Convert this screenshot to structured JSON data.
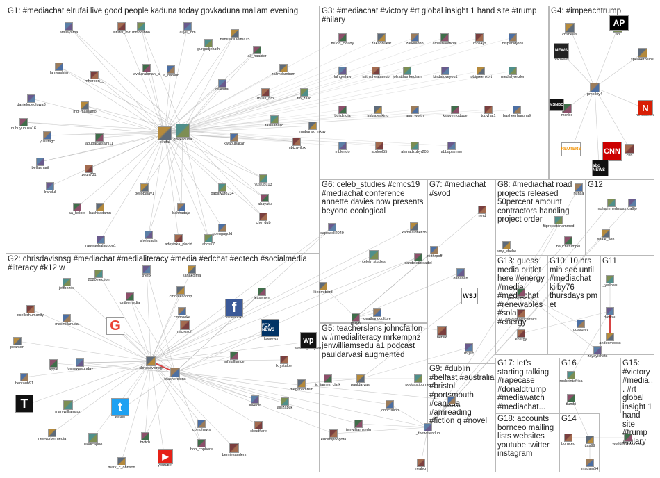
{
  "colors": {
    "edge": "#9e9e9e",
    "edge_light": "#c8c8c8",
    "border": "#b9b9b9",
    "accent_red": "#d32f2f",
    "facebook": "#3b5998",
    "twitter": "#1da1f2",
    "google_red": "#ea4335",
    "cnn": "#cc0000",
    "youtube": "#e62117",
    "foxnews": "#003366"
  },
  "groups": [
    {
      "id": "G1",
      "title": "G1: #mediachat elrufai live good people kaduna today govkaduna mallam evening"
    },
    {
      "id": "G2",
      "title": "G2: chrisdavisnsg #mediachat #medialiteracy #media #edchat #edtech #socialmedia #literacy #k12 w"
    },
    {
      "id": "G3",
      "title": "G3: #mediachat #victory #rt global insight 1 hand site #trump #hilary"
    },
    {
      "id": "G4",
      "title": "G4: #impeachtrump"
    },
    {
      "id": "G5",
      "title": "G5: teacherslens johncfallon w #medialiteracy mrkempnz jenwilliamsedu a1 podcast pauldarvasi augmented"
    },
    {
      "id": "G6",
      "title": "G6: celeb_studies #cmcs19 #mediachat conference annette davies now presents beyond ecological"
    },
    {
      "id": "G7",
      "title": "G7: #mediachat #svod"
    },
    {
      "id": "G8",
      "title": "G8: #mediachat road projects released 50percent amount contractors handling project order"
    },
    {
      "id": "G9",
      "title": "G9: #dublin #belfast #australia #bristol #portsmouth #canada #amreading #fiction q #novel"
    },
    {
      "id": "G10",
      "title": "G10: 10 hrs min sec until #mediachat kilby76 thursdays pm et"
    },
    {
      "id": "G11",
      "title": "G11"
    },
    {
      "id": "G12",
      "title": "G12"
    },
    {
      "id": "G13",
      "title": "G13: guess media outlet here #energy #media #mediachat #renewables #solar #energy"
    },
    {
      "id": "G14",
      "title": "G14"
    },
    {
      "id": "G15",
      "title": "G15: #victory #media... #rt global insight 1 hand site #trump #hilary"
    },
    {
      "id": "G16",
      "title": "G16"
    },
    {
      "id": "G17",
      "title": "G17: let's starting talking #rapecase #donaldtrump #mediawatch #mediachat..."
    },
    {
      "id": "G18",
      "title": "G18: accounts bornceo mailing lists websites youtube twitter instagram"
    }
  ],
  "brands": {
    "ap": "AP",
    "nbc_news": "NEWS",
    "newsweek": "N",
    "cnn": "CNN",
    "abc_news": "abc NEWS",
    "msnbc": "MSNBC",
    "reuters": "REUTERS",
    "facebook": "f",
    "google": "G",
    "fox_news": "FOX NEWS",
    "wapo": "wp",
    "nytimes": "T",
    "twitter": "t",
    "youtube": "▶",
    "wsj": "WSJ"
  },
  "nodes": [
    {
      "label": "amilayama"
    },
    {
      "label": "elrufai_bvt"
    },
    {
      "label": "mmodibbo"
    },
    {
      "label": "aliyu_ibm"
    },
    {
      "label": "hamisusuleima15"
    },
    {
      "label": "gurgudjehath"
    },
    {
      "label": "ak_haaider"
    },
    {
      "label": "zalimdambam"
    },
    {
      "label": "lamyashim"
    },
    {
      "label": "avdulrahman_a"
    },
    {
      "label": "mheroon__"
    },
    {
      "label": "la_haroun"
    },
    {
      "label": "realtutai"
    },
    {
      "label": "muss_bm"
    },
    {
      "label": "tio_zailo"
    },
    {
      "label": "danielopeoluwa3"
    },
    {
      "label": "mg_maigamo"
    },
    {
      "label": "tasiuanaijo"
    },
    {
      "label": "nuhuyunusa16"
    },
    {
      "label": "mubarak_mkay"
    },
    {
      "label": "yusufagc"
    },
    {
      "label": "abubakarsaini11"
    },
    {
      "label": "mbtzayilox"
    },
    {
      "label": "kwabubakar"
    },
    {
      "label": "bellasharif"
    },
    {
      "label": "zeun731"
    },
    {
      "label": "yusiubu13"
    },
    {
      "label": "lrandul"
    },
    {
      "label": "bellobajay1"
    },
    {
      "label": "babawuro234"
    },
    {
      "label": "ahayatu"
    },
    {
      "label": "bashiradamn"
    },
    {
      "label": "bahhadaja"
    },
    {
      "label": "aa_holoro"
    },
    {
      "label": "cho_dub"
    },
    {
      "label": "gbengagold"
    },
    {
      "label": "shehuadis"
    },
    {
      "label": "adeyinka_placid"
    },
    {
      "label": "abos77"
    },
    {
      "label": "rauwaobalagoon1"
    },
    {
      "label": "elrufai"
    },
    {
      "label": "govkaduna"
    },
    {
      "label": "mudd_cloudy"
    },
    {
      "label": "zakaobukar"
    },
    {
      "label": "zarkinlobb"
    },
    {
      "label": "amesnaofficial"
    },
    {
      "label": "mhs4yf"
    },
    {
      "label": "hispanidjobs"
    },
    {
      "label": "lalngerlaw"
    },
    {
      "label": "faithstheatmnub"
    },
    {
      "label": "jolzatthankechan"
    },
    {
      "label": "kindaloveyou1"
    },
    {
      "label": "tobigreenkort"
    },
    {
      "label": "medallyreizler"
    },
    {
      "label": "buildindia"
    },
    {
      "label": "imbspeaking"
    },
    {
      "label": "app_worth"
    },
    {
      "label": "kswvemodupe"
    },
    {
      "label": "topvhat1"
    },
    {
      "label": "basheerharuna9"
    },
    {
      "label": "mblendo"
    },
    {
      "label": "abdool55"
    },
    {
      "label": "ahmadzubyr205"
    },
    {
      "label": "abbaplanner"
    },
    {
      "label": "cbsnews"
    },
    {
      "label": "ap"
    },
    {
      "label": "nbcnews"
    },
    {
      "label": "speakerpelosi"
    },
    {
      "label": "pmolloy4"
    },
    {
      "label": "msnbc"
    },
    {
      "label": "newsweek"
    },
    {
      "label": "reuters"
    },
    {
      "label": "abc"
    },
    {
      "label": "cnn"
    },
    {
      "label": "2020election"
    },
    {
      "label": "thefix"
    },
    {
      "label": "karlakoima"
    },
    {
      "label": "jeffbezos"
    },
    {
      "label": "onthemedia"
    },
    {
      "label": "cmdatescoop"
    },
    {
      "label": "cmbrooke"
    },
    {
      "label": "jessemyn"
    },
    {
      "label": "xcellerhumanity"
    },
    {
      "label": "macmillanusa"
    },
    {
      "label": "google"
    },
    {
      "label": "microsoft"
    },
    {
      "label": "facebook"
    },
    {
      "label": "foxnews"
    },
    {
      "label": "pearson"
    },
    {
      "label": "washingtonpost"
    },
    {
      "label": "apple"
    },
    {
      "label": "chrisdavisnsg"
    },
    {
      "label": "teacherslens"
    },
    {
      "label": "mfstalliance"
    },
    {
      "label": "lkrystalbel"
    },
    {
      "label": "bentaub91"
    },
    {
      "label": "foxnewssunday"
    },
    {
      "label": "nytimes"
    },
    {
      "label": "marvwilliamson"
    },
    {
      "label": "twitter"
    },
    {
      "label": "newyorkermedia"
    },
    {
      "label": "leodicaprio"
    },
    {
      "label": "twitch"
    },
    {
      "label": "mark_c_ohnson"
    },
    {
      "label": "youtube"
    },
    {
      "label": "bob_cophere"
    },
    {
      "label": "berniesanders"
    },
    {
      "label": "comphews"
    },
    {
      "label": "linkedin"
    },
    {
      "label": "cloudflare"
    },
    {
      "label": "alllizabuk"
    },
    {
      "label": "capowell2049"
    },
    {
      "label": "kamillaldher38"
    },
    {
      "label": "celeb_studies"
    },
    {
      "label": "candelethreadel"
    },
    {
      "label": "kiedmtberd"
    },
    {
      "label": "deathandculture"
    },
    {
      "label": "jfsllyn"
    },
    {
      "label": "nerd"
    },
    {
      "label": "bolthrpoff"
    },
    {
      "label": "danasen"
    },
    {
      "label": "netflix"
    },
    {
      "label": "wsj"
    },
    {
      "label": "mrjeff"
    },
    {
      "label": "pauldarvasi"
    },
    {
      "label": "podcastjourney"
    },
    {
      "label": "jc_james_clark"
    },
    {
      "label": "meganamrein"
    },
    {
      "label": "johncfallon"
    },
    {
      "label": "jenwilliamsedu"
    },
    {
      "label": "edcampbogota"
    },
    {
      "label": "postoraN1"
    },
    {
      "label": "_thewriterclub"
    },
    {
      "label": "jreahcn"
    },
    {
      "label": "mohammedmuss"
    },
    {
      "label": "da9jo"
    },
    {
      "label": "shaik_son"
    },
    {
      "label": "fitprojectsnammed"
    },
    {
      "label": "bauchitrumpel"
    },
    {
      "label": "amy_shehe"
    },
    {
      "label": "nunsa"
    },
    {
      "label": "pernay2847826"
    },
    {
      "label": "onwugnoliticaffairs"
    },
    {
      "label": "gossgrey"
    },
    {
      "label": "zayayichats"
    },
    {
      "label": "energy"
    },
    {
      "label": "_yellows"
    },
    {
      "label": "davitau"
    },
    {
      "label": "andesmooss"
    },
    {
      "label": "rosheintafrica"
    },
    {
      "label": "tlumbi"
    },
    {
      "label": "ttas99"
    },
    {
      "label": "madam54"
    },
    {
      "label": "worldnewsconnect"
    },
    {
      "label": "bornceo"
    }
  ]
}
